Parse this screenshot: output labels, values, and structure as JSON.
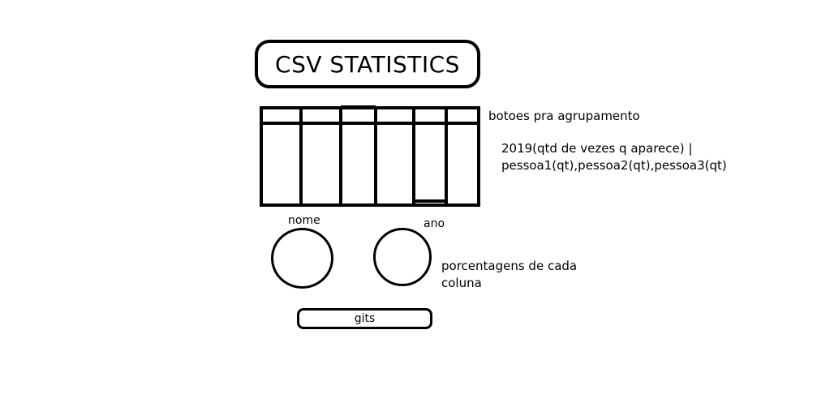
{
  "title": "CSV STATISTICS",
  "grouping_note": "botoes pra agrupamento",
  "year_note": {
    "line1": "2019(qtd de vezes q aparece) |",
    "line2": "pessoa1(qt),pessoa2(qt),pessoa3(qt)"
  },
  "charts": {
    "nome_label": "nome",
    "ano_label": "ano"
  },
  "percent_note": {
    "line1": "porcentagens de cada",
    "line2": "coluna"
  },
  "gits_button": "gits"
}
